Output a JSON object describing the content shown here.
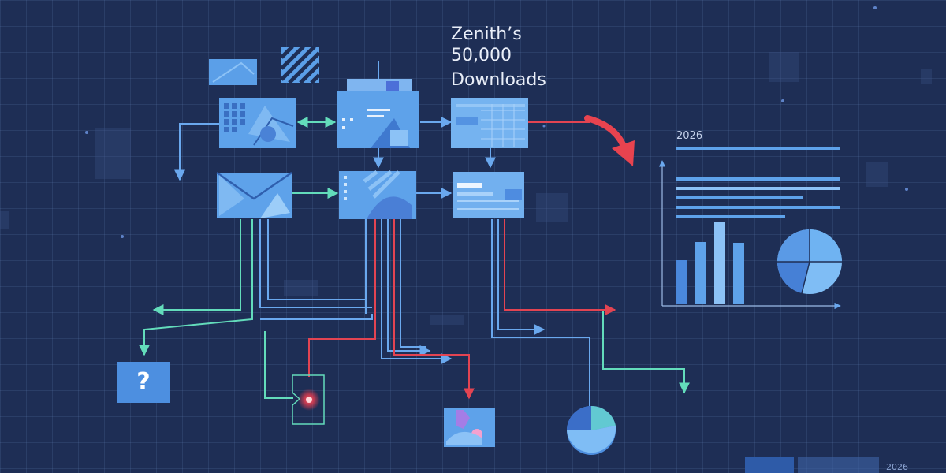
{
  "title": {
    "line1": "Zenith’s",
    "line2": "50,000",
    "line3": "Downloads"
  },
  "report_panel": {
    "year_label": "2026"
  },
  "corner_year_label": "2026",
  "unknown_node": {
    "symbol": "?"
  },
  "colors": {
    "background": "#1e2e55",
    "node_fill": "#5ea2ea",
    "connector_blue": "#5f9de6",
    "connector_green": "#5fd6b6",
    "connector_red": "#e0424f"
  }
}
